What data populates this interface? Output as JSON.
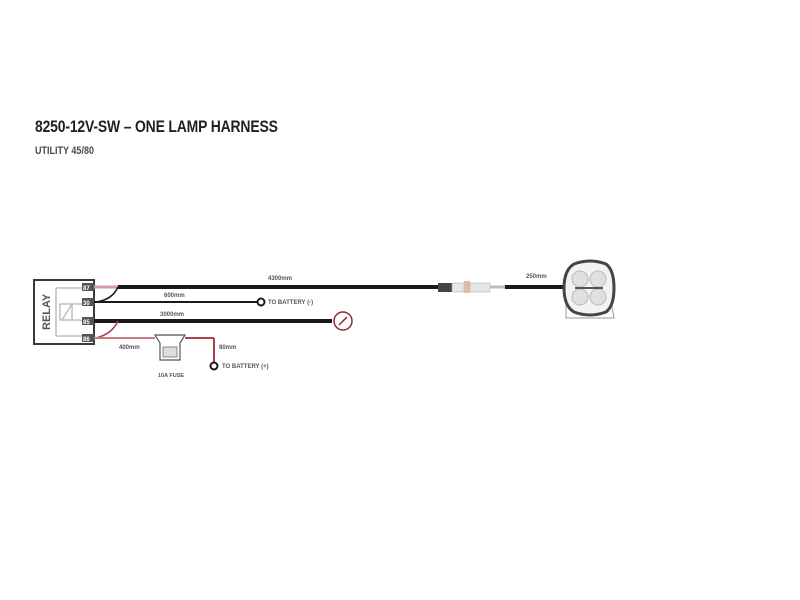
{
  "header": {
    "title": "8250-12V-SW – ONE LAMP HARNESS",
    "subtitle": "UTILITY 45/80"
  },
  "relay": {
    "label": "RELAY",
    "pins": [
      "87",
      "30",
      "85",
      "86"
    ]
  },
  "wires": {
    "main_length": "4300mm",
    "ground_length": "600mm",
    "switch_length": "3000mm",
    "fuse_in_length": "400mm",
    "battery_pos_length": "80mm",
    "lamp_length": "250mm"
  },
  "terminals": {
    "battery_neg": "TO BATTERY (-)",
    "battery_pos": "TO BATTERY (+)"
  },
  "fuse": {
    "label": "10A FUSE"
  },
  "colors": {
    "black_wire": "#1a1a1a",
    "red_wire": "#b0404a",
    "outline": "#3a3a3a",
    "relay_inner": "#bfbfbf"
  }
}
